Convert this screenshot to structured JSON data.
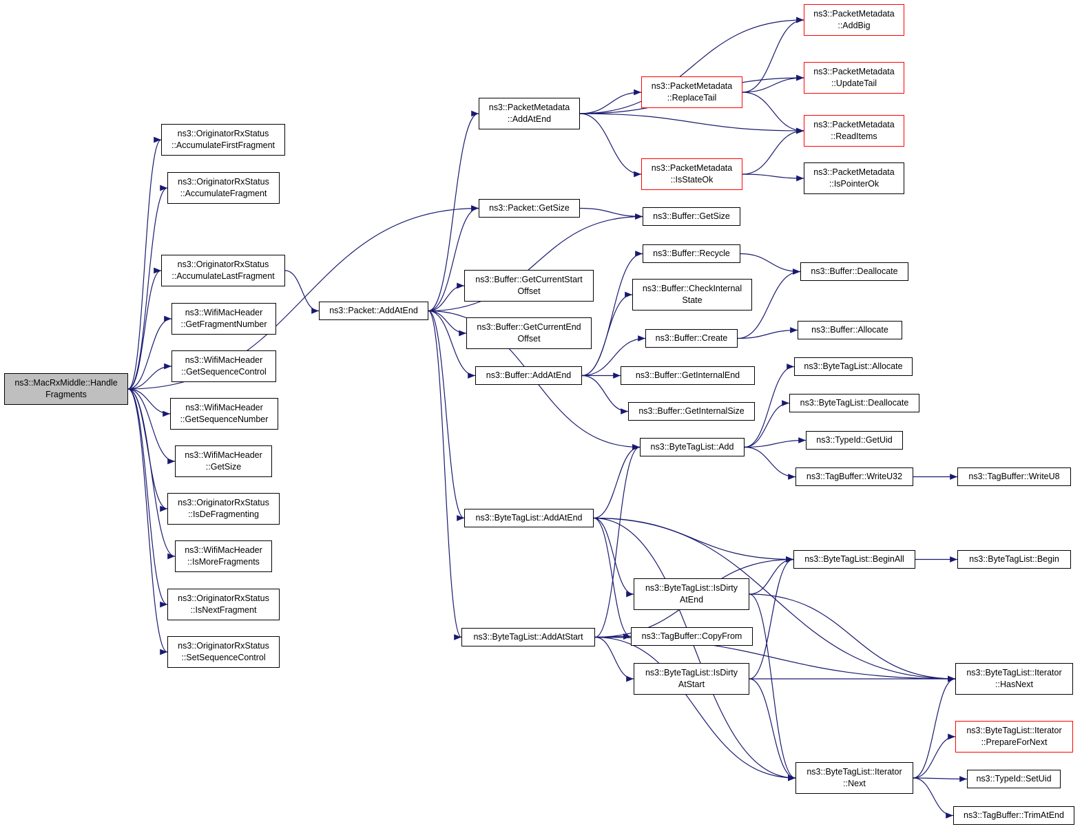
{
  "colors": {
    "edge": "#191970",
    "border": "#000000",
    "highlight_border": "#ff0000",
    "root_fill": "#bfbfbf"
  },
  "nodes": [
    {
      "id": "root",
      "lines": [
        "ns3::MacRxMiddle::Handle",
        "Fragments"
      ],
      "root": true
    },
    {
      "id": "n_acc_first",
      "lines": [
        "ns3::OriginatorRxStatus",
        "::AccumulateFirstFragment"
      ]
    },
    {
      "id": "n_acc_frag",
      "lines": [
        "ns3::OriginatorRxStatus",
        "::AccumulateFragment"
      ]
    },
    {
      "id": "n_acc_last",
      "lines": [
        "ns3::OriginatorRxStatus",
        "::AccumulateLastFragment"
      ]
    },
    {
      "id": "n_get_fragnum",
      "lines": [
        "ns3::WifiMacHeader",
        "::GetFragmentNumber"
      ]
    },
    {
      "id": "n_get_seqctl",
      "lines": [
        "ns3::WifiMacHeader",
        "::GetSequenceControl"
      ]
    },
    {
      "id": "n_get_seqnum",
      "lines": [
        "ns3::WifiMacHeader",
        "::GetSequenceNumber"
      ]
    },
    {
      "id": "n_wmh_getsize",
      "lines": [
        "ns3::WifiMacHeader",
        "::GetSize"
      ]
    },
    {
      "id": "n_is_defrag",
      "lines": [
        "ns3::OriginatorRxStatus",
        "::IsDeFragmenting"
      ]
    },
    {
      "id": "n_is_more",
      "lines": [
        "ns3::WifiMacHeader",
        "::IsMoreFragments"
      ]
    },
    {
      "id": "n_is_next",
      "lines": [
        "ns3::OriginatorRxStatus",
        "::IsNextFragment"
      ]
    },
    {
      "id": "n_set_seqctl",
      "lines": [
        "ns3::OriginatorRxStatus",
        "::SetSequenceControl"
      ]
    },
    {
      "id": "n_pkt_addatend",
      "lines": [
        "ns3::Packet::AddAtEnd"
      ]
    },
    {
      "id": "n_pm_addatend",
      "lines": [
        "ns3::PacketMetadata",
        "::AddAtEnd"
      ]
    },
    {
      "id": "n_pkt_getsize",
      "lines": [
        "ns3::Packet::GetSize"
      ]
    },
    {
      "id": "n_buf_curstart",
      "lines": [
        "ns3::Buffer::GetCurrentStart",
        "Offset"
      ]
    },
    {
      "id": "n_buf_curend",
      "lines": [
        "ns3::Buffer::GetCurrentEnd",
        "Offset"
      ]
    },
    {
      "id": "n_buf_addatend",
      "lines": [
        "ns3::Buffer::AddAtEnd"
      ]
    },
    {
      "id": "n_btl_addatend",
      "lines": [
        "ns3::ByteTagList::AddAtEnd"
      ]
    },
    {
      "id": "n_btl_addatstart",
      "lines": [
        "ns3::ByteTagList::AddAtStart"
      ]
    },
    {
      "id": "n_pm_replacetail",
      "lines": [
        "ns3::PacketMetadata",
        "::ReplaceTail"
      ],
      "red": true
    },
    {
      "id": "n_pm_isstateok",
      "lines": [
        "ns3::PacketMetadata",
        "::IsStateOk"
      ],
      "red": true
    },
    {
      "id": "n_buf_getsize",
      "lines": [
        "ns3::Buffer::GetSize"
      ]
    },
    {
      "id": "n_buf_recycle",
      "lines": [
        "ns3::Buffer::Recycle"
      ]
    },
    {
      "id": "n_buf_checkinternal",
      "lines": [
        "ns3::Buffer::CheckInternal",
        "State"
      ]
    },
    {
      "id": "n_buf_create",
      "lines": [
        "ns3::Buffer::Create"
      ]
    },
    {
      "id": "n_buf_getinternalend",
      "lines": [
        "ns3::Buffer::GetInternalEnd"
      ]
    },
    {
      "id": "n_buf_getinternalsize",
      "lines": [
        "ns3::Buffer::GetInternalSize"
      ]
    },
    {
      "id": "n_btl_add",
      "lines": [
        "ns3::ByteTagList::Add"
      ]
    },
    {
      "id": "n_btl_isdirtyatend",
      "lines": [
        "ns3::ByteTagList::IsDirty",
        "AtEnd"
      ]
    },
    {
      "id": "n_tb_copyfrom",
      "lines": [
        "ns3::TagBuffer::CopyFrom"
      ]
    },
    {
      "id": "n_btl_isdirtyatstart",
      "lines": [
        "ns3::ByteTagList::IsDirty",
        "AtStart"
      ]
    },
    {
      "id": "n_pm_addbig",
      "lines": [
        "ns3::PacketMetadata",
        "::AddBig"
      ],
      "red": true
    },
    {
      "id": "n_pm_updatetail",
      "lines": [
        "ns3::PacketMetadata",
        "::UpdateTail"
      ],
      "red": true
    },
    {
      "id": "n_pm_readitems",
      "lines": [
        "ns3::PacketMetadata",
        "::ReadItems"
      ],
      "red": true
    },
    {
      "id": "n_pm_ispointerok",
      "lines": [
        "ns3::PacketMetadata",
        "::IsPointerOk"
      ]
    },
    {
      "id": "n_buf_deallocate",
      "lines": [
        "ns3::Buffer::Deallocate"
      ]
    },
    {
      "id": "n_buf_allocate",
      "lines": [
        "ns3::Buffer::Allocate"
      ]
    },
    {
      "id": "n_btl_allocate",
      "lines": [
        "ns3::ByteTagList::Allocate"
      ]
    },
    {
      "id": "n_btl_deallocate",
      "lines": [
        "ns3::ByteTagList::Deallocate"
      ]
    },
    {
      "id": "n_typeid_getuid",
      "lines": [
        "ns3::TypeId::GetUid"
      ]
    },
    {
      "id": "n_tb_writeu32",
      "lines": [
        "ns3::TagBuffer::WriteU32"
      ]
    },
    {
      "id": "n_btl_beginall",
      "lines": [
        "ns3::ByteTagList::BeginAll"
      ]
    },
    {
      "id": "n_iter_next",
      "lines": [
        "ns3::ByteTagList::Iterator",
        "::Next"
      ]
    },
    {
      "id": "n_tb_writeu8",
      "lines": [
        "ns3::TagBuffer::WriteU8"
      ]
    },
    {
      "id": "n_btl_begin",
      "lines": [
        "ns3::ByteTagList::Begin"
      ]
    },
    {
      "id": "n_iter_hasnext",
      "lines": [
        "ns3::ByteTagList::Iterator",
        "::HasNext"
      ]
    },
    {
      "id": "n_iter_preparefornext",
      "lines": [
        "ns3::ByteTagList::Iterator",
        "::PrepareForNext"
      ],
      "red": true
    },
    {
      "id": "n_typeid_setuid",
      "lines": [
        "ns3::TypeId::SetUid"
      ]
    },
    {
      "id": "n_tb_trimatend",
      "lines": [
        "ns3::TagBuffer::TrimAtEnd"
      ]
    }
  ],
  "edges": [
    [
      "root",
      "n_acc_first"
    ],
    [
      "root",
      "n_acc_frag"
    ],
    [
      "root",
      "n_acc_last"
    ],
    [
      "root",
      "n_get_fragnum"
    ],
    [
      "root",
      "n_get_seqctl"
    ],
    [
      "root",
      "n_get_seqnum"
    ],
    [
      "root",
      "n_wmh_getsize"
    ],
    [
      "root",
      "n_is_defrag"
    ],
    [
      "root",
      "n_is_more"
    ],
    [
      "root",
      "n_is_next"
    ],
    [
      "root",
      "n_set_seqctl"
    ],
    [
      "root",
      "n_pkt_getsize"
    ],
    [
      "n_acc_last",
      "n_pkt_addatend"
    ],
    [
      "n_pkt_addatend",
      "n_pm_addatend"
    ],
    [
      "n_pkt_addatend",
      "n_pkt_getsize"
    ],
    [
      "n_pkt_addatend",
      "n_buf_getsize"
    ],
    [
      "n_pkt_addatend",
      "n_buf_curstart"
    ],
    [
      "n_pkt_addatend",
      "n_buf_curend"
    ],
    [
      "n_pkt_addatend",
      "n_buf_addatend"
    ],
    [
      "n_pkt_addatend",
      "n_btl_add"
    ],
    [
      "n_pkt_addatend",
      "n_btl_addatend"
    ],
    [
      "n_pkt_addatend",
      "n_btl_addatstart"
    ],
    [
      "n_pkt_getsize",
      "n_buf_getsize"
    ],
    [
      "n_pm_addatend",
      "n_pm_addbig"
    ],
    [
      "n_pm_addatend",
      "n_pm_updatetail"
    ],
    [
      "n_pm_addatend",
      "n_pm_replacetail"
    ],
    [
      "n_pm_addatend",
      "n_pm_readitems"
    ],
    [
      "n_pm_addatend",
      "n_pm_isstateok"
    ],
    [
      "n_pm_replacetail",
      "n_pm_addbig"
    ],
    [
      "n_pm_replacetail",
      "n_pm_updatetail"
    ],
    [
      "n_pm_replacetail",
      "n_pm_readitems"
    ],
    [
      "n_pm_isstateok",
      "n_pm_readitems"
    ],
    [
      "n_pm_isstateok",
      "n_pm_ispointerok"
    ],
    [
      "n_buf_addatend",
      "n_buf_recycle"
    ],
    [
      "n_buf_addatend",
      "n_buf_checkinternal"
    ],
    [
      "n_buf_addatend",
      "n_buf_create"
    ],
    [
      "n_buf_addatend",
      "n_buf_getinternalend"
    ],
    [
      "n_buf_addatend",
      "n_buf_getinternalsize"
    ],
    [
      "n_buf_recycle",
      "n_buf_deallocate"
    ],
    [
      "n_buf_create",
      "n_buf_deallocate"
    ],
    [
      "n_buf_create",
      "n_buf_allocate"
    ],
    [
      "n_btl_add",
      "n_btl_allocate"
    ],
    [
      "n_btl_add",
      "n_btl_deallocate"
    ],
    [
      "n_btl_add",
      "n_typeid_getuid"
    ],
    [
      "n_btl_add",
      "n_tb_writeu32"
    ],
    [
      "n_tb_writeu32",
      "n_tb_writeu8"
    ],
    [
      "n_btl_addatend",
      "n_btl_add"
    ],
    [
      "n_btl_addatend",
      "n_iter_hasnext"
    ],
    [
      "n_btl_addatend",
      "n_btl_beginall"
    ],
    [
      "n_btl_addatend",
      "n_btl_isdirtyatend"
    ],
    [
      "n_btl_addatend",
      "n_tb_copyfrom"
    ],
    [
      "n_btl_addatend",
      "n_iter_next"
    ],
    [
      "n_btl_addatstart",
      "n_btl_add"
    ],
    [
      "n_btl_addatstart",
      "n_btl_beginall"
    ],
    [
      "n_btl_addatstart",
      "n_tb_copyfrom"
    ],
    [
      "n_btl_addatstart",
      "n_btl_isdirtyatstart"
    ],
    [
      "n_btl_addatstart",
      "n_iter_hasnext"
    ],
    [
      "n_btl_addatstart",
      "n_iter_next"
    ],
    [
      "n_btl_isdirtyatend",
      "n_btl_beginall"
    ],
    [
      "n_btl_isdirtyatend",
      "n_iter_hasnext"
    ],
    [
      "n_btl_isdirtyatend",
      "n_iter_next"
    ],
    [
      "n_btl_isdirtyatstart",
      "n_btl_beginall"
    ],
    [
      "n_btl_isdirtyatstart",
      "n_iter_hasnext"
    ],
    [
      "n_btl_isdirtyatstart",
      "n_iter_next"
    ],
    [
      "n_btl_beginall",
      "n_btl_begin"
    ],
    [
      "n_iter_next",
      "n_iter_hasnext"
    ],
    [
      "n_iter_next",
      "n_iter_preparefornext"
    ],
    [
      "n_iter_next",
      "n_typeid_setuid"
    ],
    [
      "n_iter_next",
      "n_tb_trimatend"
    ]
  ]
}
